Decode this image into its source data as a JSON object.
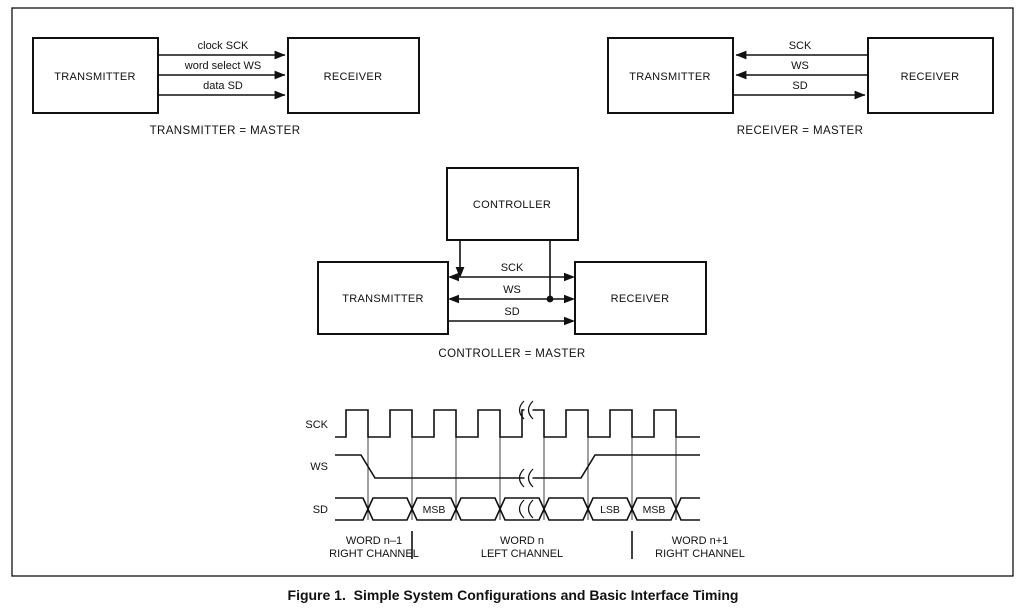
{
  "figure": {
    "caption": "Figure 1.  Simple System Configurations and Basic Interface Timing"
  },
  "top_left": {
    "transmitter": "TRANSMITTER",
    "receiver": "RECEIVER",
    "signals": [
      "clock SCK",
      "word select WS",
      "data SD"
    ],
    "caption": "TRANSMITTER = MASTER"
  },
  "top_right": {
    "transmitter": "TRANSMITTER",
    "receiver": "RECEIVER",
    "signals": [
      "SCK",
      "WS",
      "SD"
    ],
    "caption": "RECEIVER = MASTER"
  },
  "controller_system": {
    "controller": "CONTROLLER",
    "transmitter": "TRANSMITTER",
    "receiver": "RECEIVER",
    "signals": [
      "SCK",
      "WS",
      "SD"
    ],
    "caption": "CONTROLLER = MASTER"
  },
  "timing": {
    "row_labels": [
      "SCK",
      "WS",
      "SD"
    ],
    "bit_labels": [
      "MSB",
      "LSB",
      "MSB"
    ],
    "words": [
      {
        "name": "WORD n–1",
        "channel": "RIGHT CHANNEL"
      },
      {
        "name": "WORD n",
        "channel": "LEFT CHANNEL"
      },
      {
        "name": "WORD n+1",
        "channel": "RIGHT CHANNEL"
      }
    ]
  }
}
